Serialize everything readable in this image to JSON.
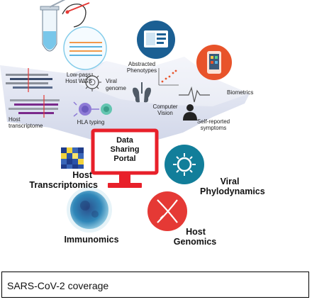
{
  "inputs": {
    "low_pass": "Low-pass",
    "host_wgs": "Host WGS",
    "viral": "Viral",
    "genome": "genome",
    "host": "Host",
    "transcriptome": "transcriptome",
    "hla_typing": "HLA typing",
    "abstracted": "Abstracted",
    "phenotypes": "Phenotypes",
    "computer": "Computer",
    "vision": "Vision",
    "biometrics": "Biometrics",
    "self_reported": "Self-reported",
    "symptoms": "symptoms"
  },
  "portal": {
    "line1": "Data",
    "line2": "Sharing",
    "line3": "Portal"
  },
  "outputs": {
    "host_transcriptomics_1": "Host",
    "host_transcriptomics_2": "Transcriptomics",
    "viral_phylodynamics_1": "Viral",
    "viral_phylodynamics_2": "Phylodynamics",
    "immunomics": "Immunomics",
    "host_genomics_1": "Host",
    "host_genomics_2": "Genomics"
  },
  "caption": "SARS-CoV-2 coverage",
  "colors": {
    "portal_red": "#e8202a",
    "input_band": "#d7dcec",
    "tablet_blue": "#1b5f93",
    "phone_orange": "#e8532a",
    "viral_teal": "#127e9a",
    "genomics_red": "#e53935"
  }
}
